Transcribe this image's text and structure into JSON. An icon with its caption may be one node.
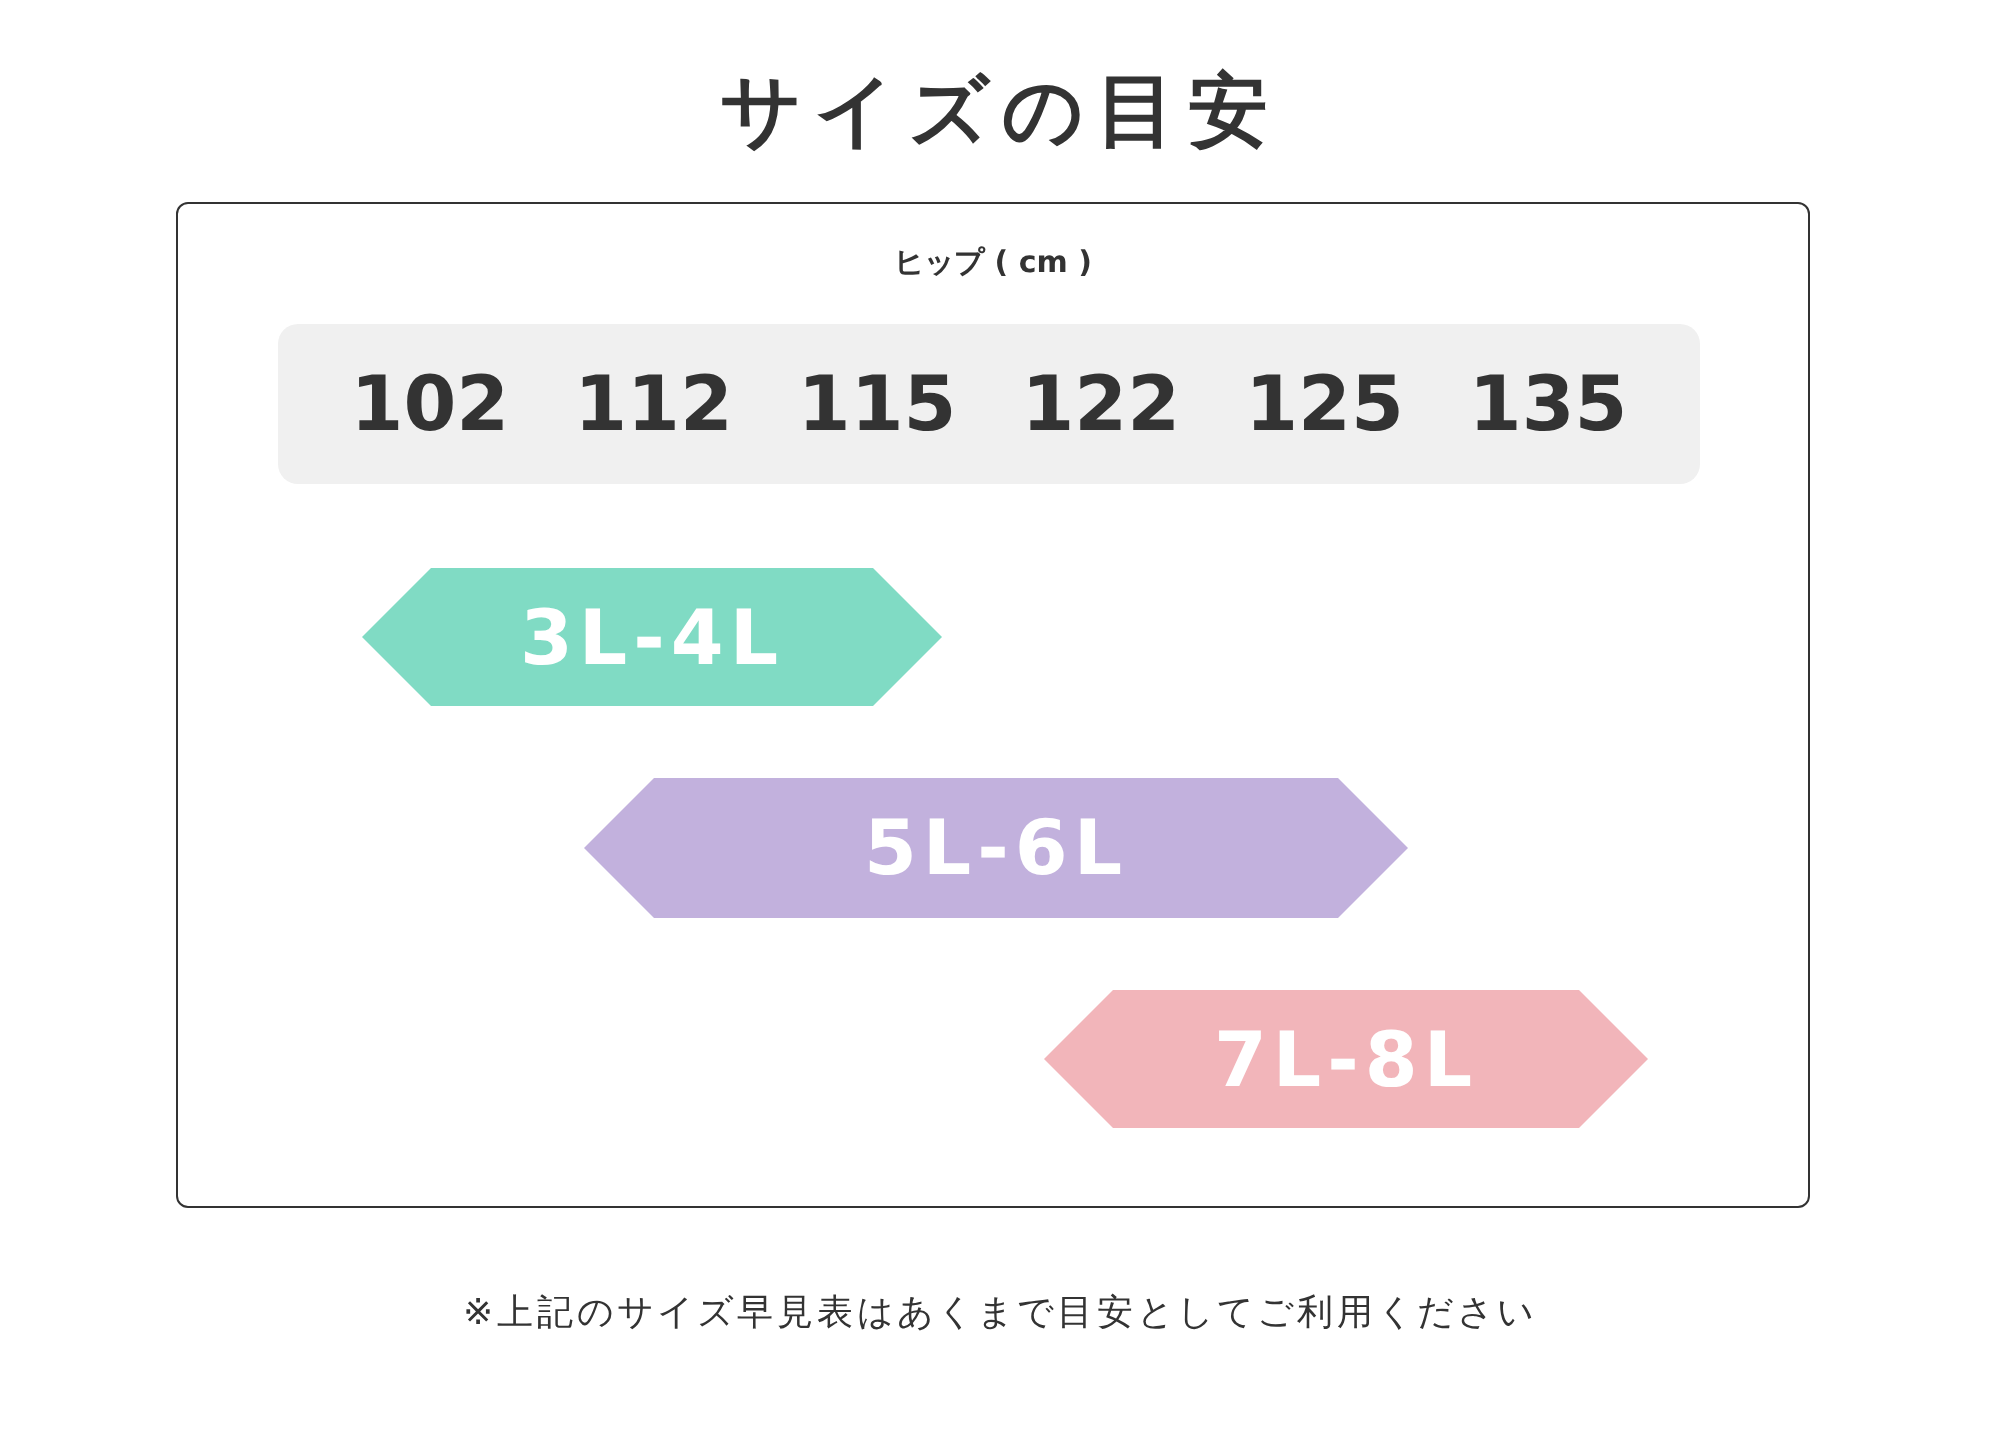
{
  "diagram": {
    "title": "サイズの目安",
    "caption": "※上記のサイズ早見表はあくまで目安としてご利用ください",
    "nodes": [
      {
        "text": [
          "ヒップ ( cm )"
        ]
      },
      {
        "text": [
          "102",
          "112",
          "115",
          "122",
          "125",
          "135"
        ],
        "in": 0
      },
      {
        "text": [
          "3L-4L"
        ],
        "in": 0
      },
      {
        "text": [
          "5L-6L"
        ],
        "in": 0
      },
      {
        "text": [
          "7L-8L"
        ],
        "in": 0
      }
    ]
  }
}
